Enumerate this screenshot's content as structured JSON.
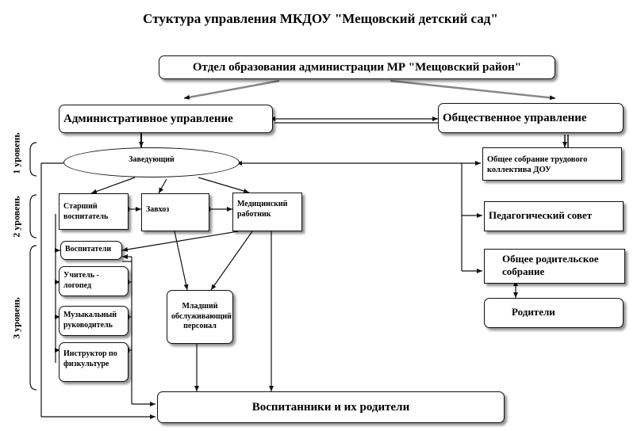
{
  "title": "Стуктура управления МКДОУ \"Мещовский детский сад\"",
  "nodes": {
    "otdel": "Отдел образования администрации МР \"Мещовский район\"",
    "admin": "Административное управление",
    "obsh": "Общественное управление",
    "zaved": "Заведующий",
    "starshiy": "Старший воспитатель",
    "zavhoz": "Завхоз",
    "medrab": "Медицинский работник",
    "vospitateli": "Воспитатели",
    "logoped": "Учитель - логопед",
    "muzruk": "Музыкальный руководитель",
    "instruktor": "Инструктор по физкультуре",
    "mladshiy": "Младший обслуживающий персонал",
    "vospitanniki": "Воспитанники и их родители",
    "sobranie_trud": "Общее собрание трудового коллектива ДОУ",
    "pedsovet": "Педагогический совет",
    "rod_sobranie": "Общее родительское собрание",
    "roditeli": "Родители"
  },
  "levels": {
    "l1": "1 уровень",
    "l2": "2 уровень",
    "l3": "3 уровень"
  }
}
